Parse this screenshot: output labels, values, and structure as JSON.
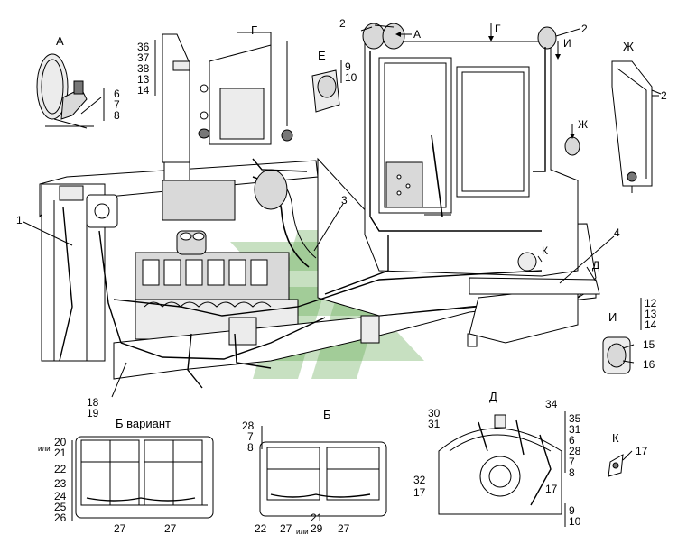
{
  "view_labels": {
    "A": "А",
    "G": "Г",
    "E": "Е",
    "Zh": "Ж",
    "I": "И",
    "K": "К",
    "D": "Д",
    "B": "Б",
    "B_variant": "Б  вариант"
  },
  "arrows": {
    "arrow_A": "А",
    "arrow_G": "Г",
    "arrow_I": "И",
    "arrow_Zh": "Ж",
    "arrow_K": "К",
    "arrow_D": "Д"
  },
  "callouts": {
    "c1": "1",
    "c2a": "2",
    "c2b": "2",
    "c2c": "2",
    "c3": "3",
    "c4": "4",
    "c15": "15",
    "c16": "16",
    "c17k": "17"
  },
  "stacks": {
    "A_list": [
      "6",
      "7",
      "8"
    ],
    "G_list": [
      "36",
      "37",
      "38",
      "13",
      "14"
    ],
    "E_list": [
      "9",
      "10"
    ],
    "I_list": [
      "12",
      "13",
      "14"
    ],
    "bottom_left": [
      "18",
      "19"
    ],
    "bv_left": [
      "20",
      "или",
      "21",
      "22",
      "23",
      "24",
      "25",
      "26"
    ],
    "bv_bottom": [
      "27",
      "27"
    ],
    "b_left": [
      "28",
      "7",
      "8"
    ],
    "b_bottom": [
      "22",
      "27",
      "или",
      "21",
      "29",
      "27"
    ],
    "d_top_left": [
      "30",
      "31"
    ],
    "d_right_top": [
      "34"
    ],
    "d_right_list": [
      "35",
      "31",
      "6",
      "28",
      "7",
      "8"
    ],
    "d_17": "17",
    "d_left_bottom": [
      "32",
      "17"
    ],
    "d_bottom_right": [
      "9",
      "10"
    ]
  },
  "colors": {
    "line": "#000000",
    "watermark": "#5fa64e",
    "shade": "#d9d9d9"
  }
}
